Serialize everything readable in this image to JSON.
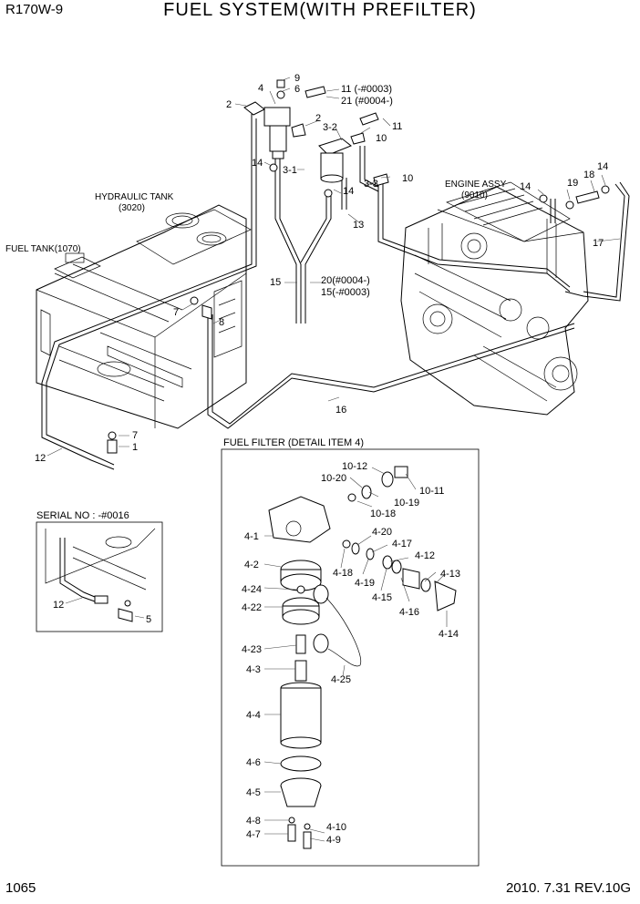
{
  "header": {
    "model": "R170W-9",
    "title": "FUEL SYSTEM(WITH PREFILTER)"
  },
  "footer": {
    "page_number": "1065",
    "date_rev": "2010. 7.31  REV.10G"
  },
  "labels": {
    "hydraulic_tank": [
      "HYDRAULIC TANK",
      "(3020)"
    ],
    "fuel_tank": "FUEL TANK(1070)",
    "engine_assy": [
      "ENGINE ASSY",
      "(9010)"
    ],
    "detail_box_title": "FUEL FILTER (DETAIL ITEM 4)",
    "serial_box_title": "SERIAL NO : -#0016"
  },
  "callouts": {
    "c9": "9",
    "c4": "4",
    "c6": "6",
    "c2a": "2",
    "c11a": "11 (-#0003)",
    "c21": "21 (#0004-)",
    "c2b": "2",
    "c32": "3-2",
    "c11b": "11",
    "c10a": "10",
    "c14a": "14",
    "c31": "3-1",
    "c14b": "14",
    "c33": "3-3",
    "c10b": "10",
    "c13": "13",
    "c15": "15",
    "c20": "20(#0004-)",
    "c15b": "15(-#0003)",
    "c7a": "7",
    "c8": "8",
    "c14c": "14",
    "c19": "19",
    "c18": "18",
    "c14d": "14",
    "c17": "17",
    "c16": "16",
    "c7b": "7",
    "c1": "1",
    "c12a": "12",
    "c12b": "12",
    "c5": "5",
    "d1012": "10-12",
    "d1020": "10-20",
    "d1011": "10-11",
    "d1019": "10-19",
    "d1018": "10-18",
    "d41": "4-1",
    "d420": "4-20",
    "d417": "4-17",
    "d412": "4-12",
    "d413": "4-13",
    "d418": "4-18",
    "d419": "4-19",
    "d415": "4-15",
    "d416": "4-16",
    "d414": "4-14",
    "d42": "4-2",
    "d424": "4-24",
    "d422": "4-22",
    "d423": "4-23",
    "d43": "4-3",
    "d425": "4-25",
    "d44": "4-4",
    "d46": "4-6",
    "d45": "4-5",
    "d48": "4-8",
    "d47": "4-7",
    "d410": "4-10",
    "d49": "4-9"
  }
}
